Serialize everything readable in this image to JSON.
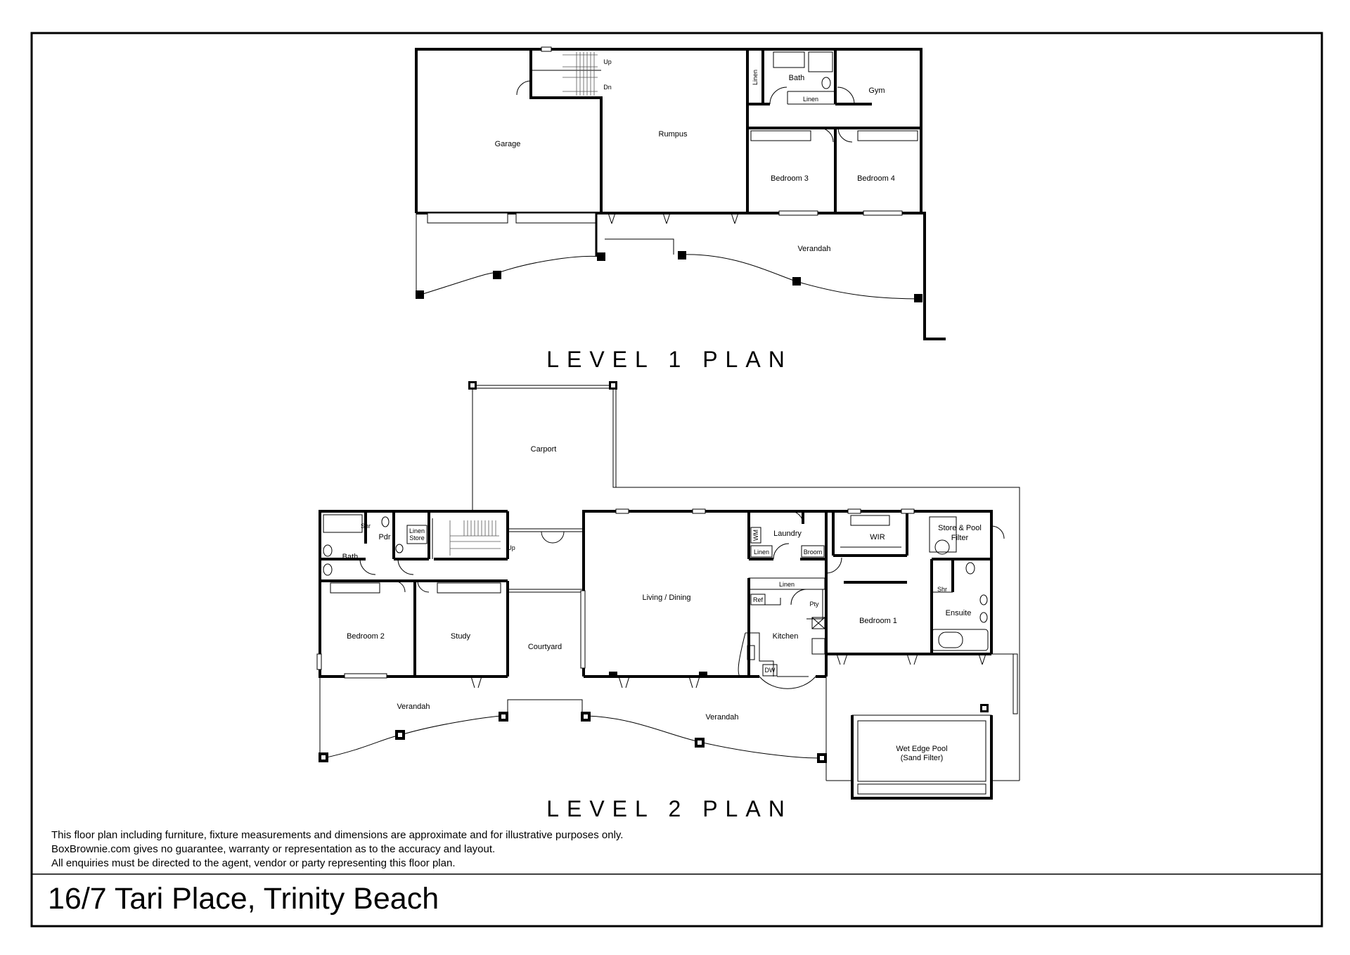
{
  "plans": [
    {
      "title": "LEVEL 1 PLAN",
      "rooms": [
        "Garage",
        "Rumpus",
        "Bath",
        "Gym",
        "Linen",
        "Linen",
        "Bedroom 3",
        "Bedroom 4",
        "Verandah"
      ],
      "stair_labels": [
        "Up",
        "Dn"
      ]
    },
    {
      "title": "LEVEL 2 PLAN",
      "rooms": [
        "Carport",
        "Shr",
        "Pdr",
        "Linen Store",
        "Bath",
        "Bedroom 2",
        "Study",
        "Courtyard",
        "Living / Dining",
        "Laundry",
        "Linen",
        "Broom",
        "Linen",
        "Ref",
        "Pty",
        "Kitchen",
        "DW",
        "WIR",
        "Store & Pool Filter",
        "Shr",
        "Ensuite",
        "Bedroom 1",
        "Verandah",
        "Verandah",
        "Wet Edge Pool (Sand Filter)",
        "WM"
      ],
      "stair_labels": [
        "Up"
      ]
    }
  ],
  "disclaimer": [
    "This floor plan including furniture, fixture measurements and dimensions are approximate and for illustrative purposes only.",
    "BoxBrownie.com gives no guarantee, warranty or representation as to the accuracy and layout.",
    "All enquiries must be directed to the agent, vendor or party representing this floor plan."
  ],
  "address": "16/7 Tari Place, Trinity Beach"
}
